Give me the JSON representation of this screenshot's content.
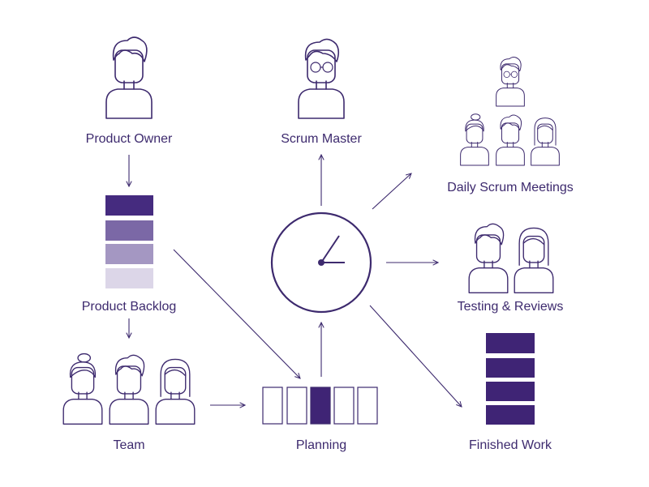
{
  "labels": {
    "product_owner": "Product Owner",
    "scrum_master": "Scrum Master",
    "daily_scrum": "Daily Scrum Meetings",
    "product_backlog": "Product Backlog",
    "testing_reviews": "Testing & Reviews",
    "team": "Team",
    "planning": "Planning",
    "finished_work": "Finished Work"
  },
  "colors": {
    "primary": "#3f2475",
    "line": "#3d2a6e",
    "backlog_shades": [
      "#452b7f",
      "#7b68a6",
      "#a497c2",
      "#dcd6e8"
    ]
  },
  "planning_active_index": 2,
  "icons": [
    "person-icon",
    "clock-icon",
    "arrow-icon",
    "backlog-stack-icon",
    "planning-board-icon",
    "finished-stack-icon"
  ]
}
